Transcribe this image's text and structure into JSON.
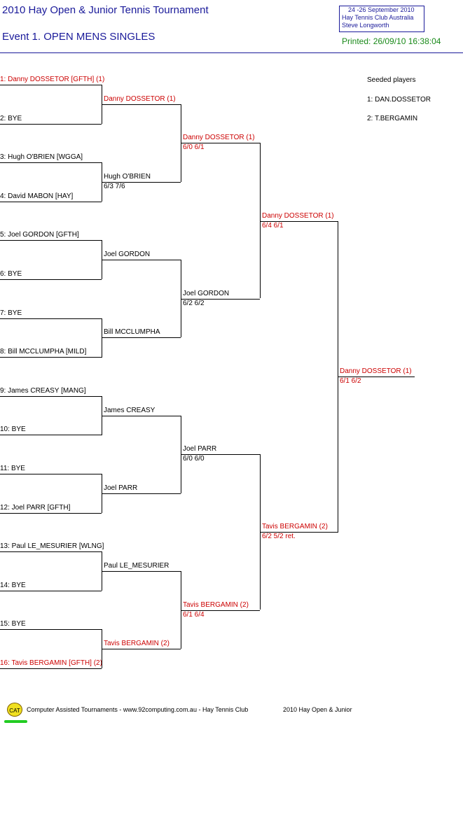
{
  "header": {
    "title": "2010 Hay Open & Junior Tennis Tournament",
    "event": "Event 1. OPEN MENS SINGLES",
    "info_box": [
      "24 -26 September 2010",
      "Hay Tennis Club    Australia",
      "Steve Longworth"
    ],
    "printed": "Printed: 26/09/10 16:38:04"
  },
  "seeded": {
    "heading": "Seeded players",
    "players": [
      "1: DAN.DOSSETOR",
      "2: T.BERGAMIN"
    ]
  },
  "round1": [
    "1: Danny DOSSETOR [GFTH] (1)",
    "2: BYE",
    "3: Hugh O'BRIEN [WGGA]",
    "4: David MABON [HAY]",
    "5: Joel GORDON [GFTH]",
    "6: BYE",
    "7: BYE",
    "8: Bill MCCLUMPHA [MILD]",
    "9: James CREASY [MANG]",
    "10: BYE",
    "11: BYE",
    "12: Joel PARR [GFTH]",
    "13: Paul LE_MESURIER [WLNG]",
    "14: BYE",
    "15: BYE",
    "16: Tavis BERGAMIN [GFTH] (2)"
  ],
  "round2": [
    {
      "name": "Danny DOSSETOR (1)",
      "score": ""
    },
    {
      "name": "Hugh O'BRIEN",
      "score": "6/3 7/6"
    },
    {
      "name": "Joel GORDON",
      "score": ""
    },
    {
      "name": "Bill MCCLUMPHA",
      "score": ""
    },
    {
      "name": "James CREASY",
      "score": ""
    },
    {
      "name": "Joel PARR",
      "score": ""
    },
    {
      "name": "Paul LE_MESURIER",
      "score": ""
    },
    {
      "name": "Tavis BERGAMIN (2)",
      "score": ""
    }
  ],
  "round3": [
    {
      "name": "Danny DOSSETOR (1)",
      "score": "6/0 6/1"
    },
    {
      "name": "Joel GORDON",
      "score": "6/2 6/2"
    },
    {
      "name": "Joel PARR",
      "score": "6/0 6/0"
    },
    {
      "name": "Tavis BERGAMIN (2)",
      "score": "6/1 6/4"
    }
  ],
  "round4": [
    {
      "name": "Danny DOSSETOR (1)",
      "score": "6/4 6/1"
    },
    {
      "name": "Tavis BERGAMIN (2)",
      "score": "6/2 5/2 ret."
    }
  ],
  "final": {
    "name": "Danny DOSSETOR (1)",
    "score": "6/1 6/2"
  },
  "footer": {
    "logo_text": "CAT",
    "line": "Computer Assisted Tournaments - www.92computing.com.au -  Hay Tennis Club",
    "event": "2010 Hay Open & Junior"
  },
  "colors": {
    "seeded_red": "#cc0000",
    "title_blue": "#1a1a9a",
    "printed_green": "#1a8a1a"
  }
}
